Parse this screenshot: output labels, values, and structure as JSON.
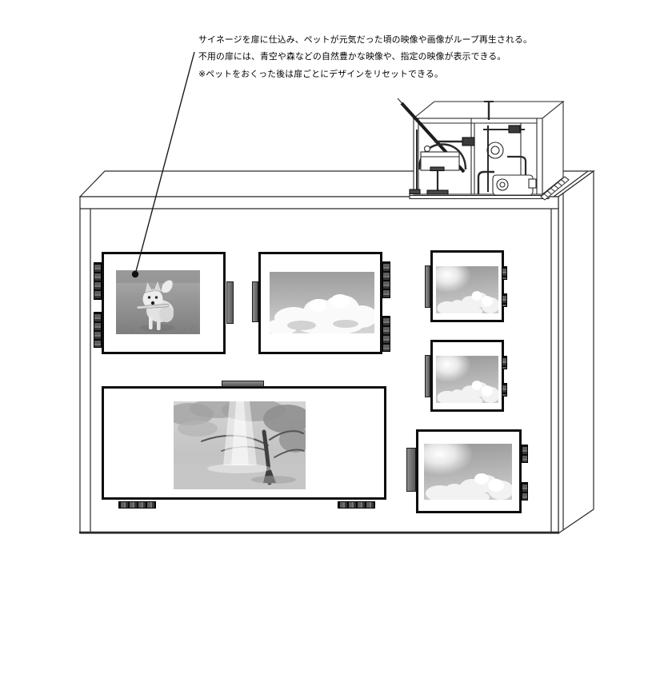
{
  "annotation": {
    "line1": "サイネージを扉に仕込み、ペットが元気だった頃の映像や画像がループ再生される。",
    "line2": "不用の扉には、青空や森などの自然豊かな映像や、指定の映像が表示できる。",
    "line3": "※ペットをおくった後は扉ごとにデザインをリセットできる。"
  },
  "diagram": {
    "subject": "signage-door-refrigerated-cabinet",
    "top_unit": "condensing-unit-line-drawing",
    "doors": [
      {
        "id": "door-top-left",
        "content": "pet-dog-running-photo",
        "hinge_side": "left",
        "handle_side": "right"
      },
      {
        "id": "door-top-middle",
        "content": "cumulus-clouds-photo",
        "hinge_side": "right",
        "handle_side": "left"
      },
      {
        "id": "door-right-upper-small",
        "content": "sky-sun-clouds-photo",
        "hinge_side": "right",
        "handle_side": "left"
      },
      {
        "id": "door-right-lower-small",
        "content": "sky-sun-clouds-photo",
        "hinge_side": "right",
        "handle_side": "left"
      },
      {
        "id": "door-bottom-wide",
        "content": "forest-sunbeam-photo",
        "hinge_side": "bottom",
        "handle_side": "top"
      },
      {
        "id": "door-bottom-right",
        "content": "sky-sun-clouds-photo",
        "hinge_side": "right",
        "handle_side": "left"
      }
    ],
    "colors": {
      "background": "#ffffff",
      "line": "#2a2a2a",
      "door_frame": "#0d0d0d",
      "handle": "#707070",
      "hinge": "#3a3a3a"
    }
  }
}
